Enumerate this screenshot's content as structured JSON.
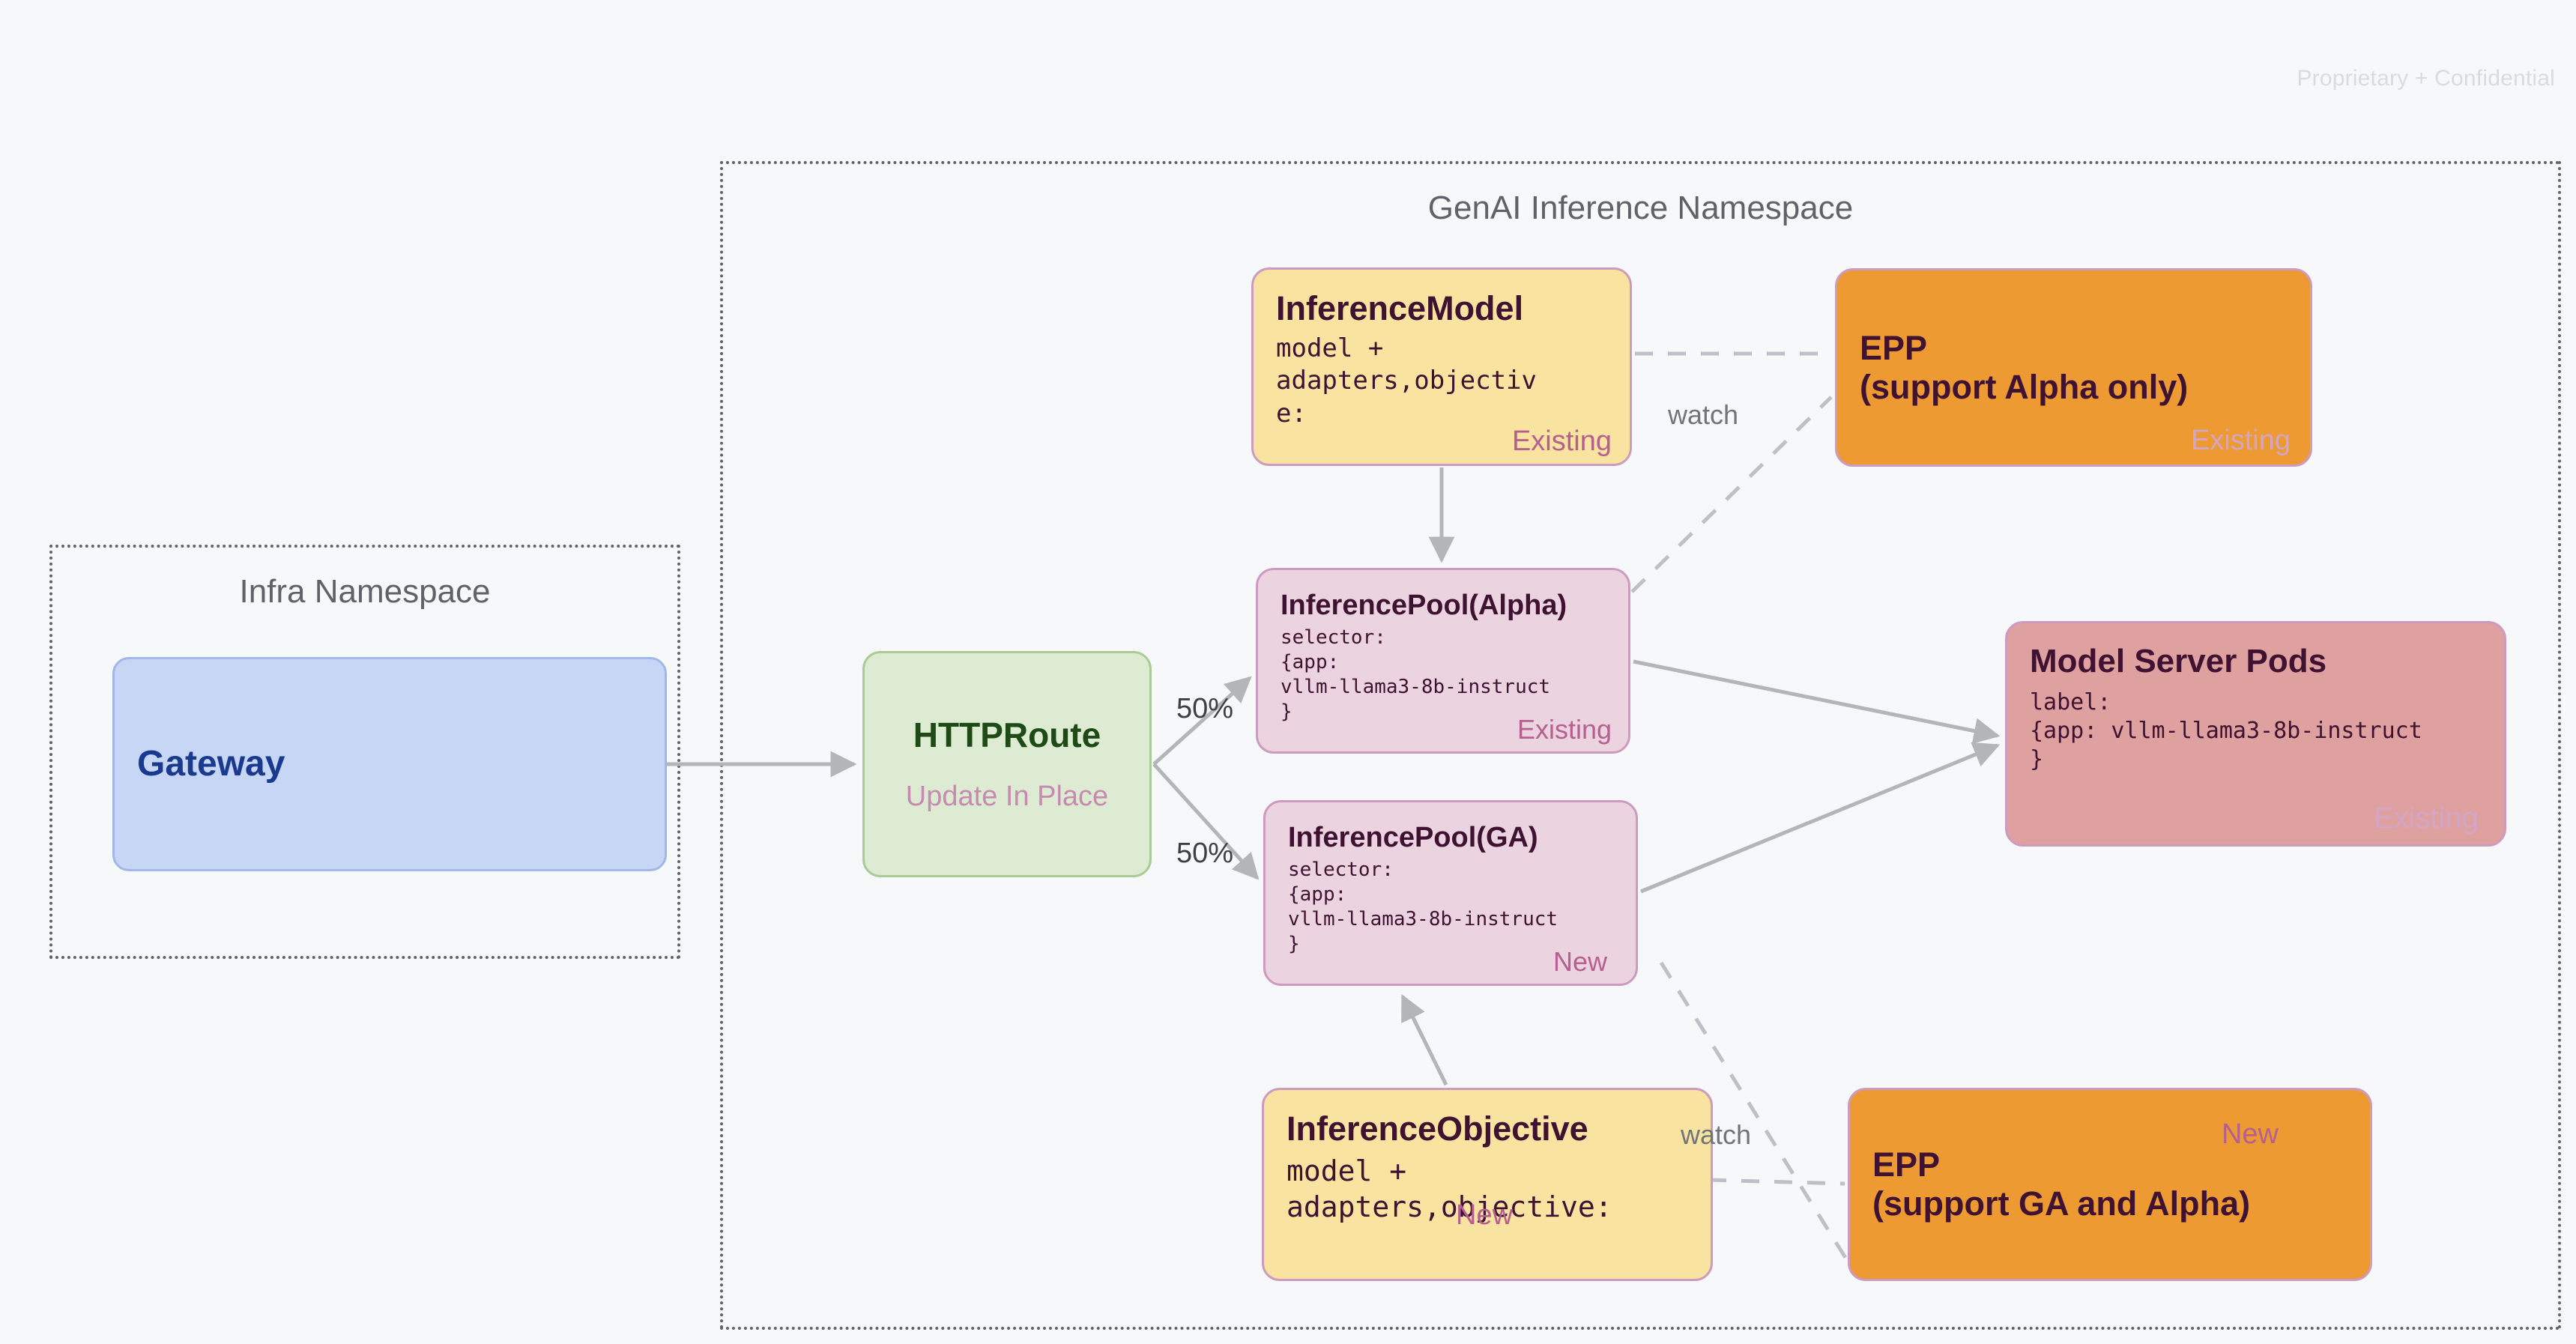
{
  "watermark": "Proprietary + Confidential",
  "namespaces": [
    {
      "id": "infra",
      "title": "Infra Namespace"
    },
    {
      "id": "genai",
      "title": "GenAI Inference Namespace"
    }
  ],
  "nodes": {
    "gateway": {
      "title": "Gateway"
    },
    "httproute": {
      "title": "HTTPRoute",
      "subtitle": "Update In Place"
    },
    "inference_model": {
      "title": "InferenceModel",
      "code": "model +\nadapters,objectiv\ne:",
      "tag": "Existing"
    },
    "inference_pool_alpha": {
      "title": "InferencePool(Alpha)",
      "code": "selector:\n{app:\nvllm-llama3-8b-instruct\n}",
      "tag": "Existing"
    },
    "inference_pool_ga": {
      "title": "InferencePool(GA)",
      "code": "selector:\n{app:\nvllm-llama3-8b-instruct\n}",
      "tag": "New"
    },
    "inference_objective": {
      "title": "InferenceObjective",
      "code": "model +\nadapters,objective:",
      "tag": "New"
    },
    "epp_alpha": {
      "title": "EPP\n(support Alpha only)",
      "tag": "Existing"
    },
    "epp_ga": {
      "title": "EPP\n(support GA and Alpha)",
      "tag": "New"
    },
    "model_server_pods": {
      "title": "Model Server Pods",
      "code": "label:\n{app: vllm-llama3-8b-instruct\n}",
      "tag": "Existing"
    }
  },
  "edge_labels": {
    "split_top": "50%",
    "split_bottom": "50%",
    "watch_top": "watch",
    "watch_bottom": "watch"
  },
  "colors": {
    "canvas": "#F7F8FA",
    "gateway_fill": "#C6D6F4",
    "gateway_text": "#1A3A8F",
    "httproute_fill": "#DCEBD2",
    "httproute_text": "#1E4A16",
    "yellow_fill": "#F8E3A1",
    "pool_fill": "#EBD4E0",
    "epp_fill": "#EC9A31",
    "pods_fill": "#DFA0A0",
    "node_border": "#CE9BC0",
    "tag_text": "#B5608F",
    "dark_text": "#3E1230",
    "namespace_border": "#5F6368",
    "wire": "#B3B6B9"
  }
}
